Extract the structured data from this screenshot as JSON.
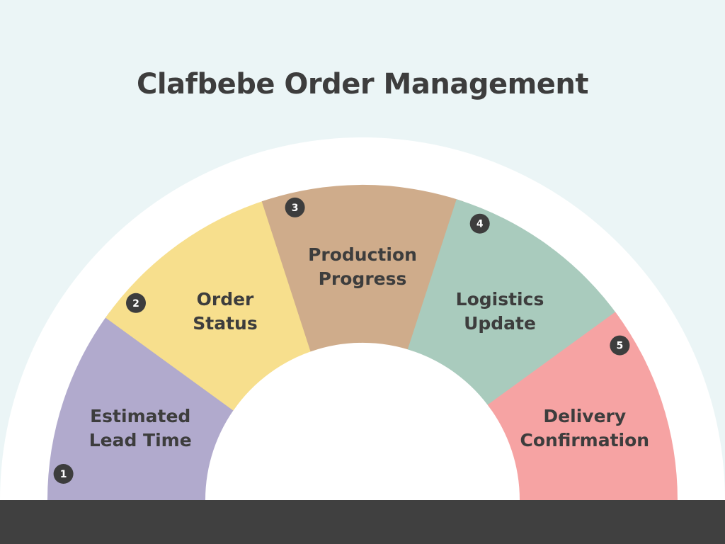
{
  "title": "Clafbebe Order Management",
  "colors": {
    "background": "#ebf5f6",
    "arc": "#ffffff",
    "text": "#3d3d3d",
    "badge": "#3d3d3d",
    "footer": "#404040"
  },
  "segments": [
    {
      "number": "1",
      "lines": [
        "Estimated",
        "Lead Time"
      ],
      "color": "#b1aacd"
    },
    {
      "number": "2",
      "lines": [
        "Order",
        "Status"
      ],
      "color": "#f7df8d"
    },
    {
      "number": "3",
      "lines": [
        "Production",
        "Progress"
      ],
      "color": "#cfac8b"
    },
    {
      "number": "4",
      "lines": [
        "Logistics",
        "Update"
      ],
      "color": "#a9cbbd"
    },
    {
      "number": "5",
      "lines": [
        "Delivery",
        "Confirmation"
      ],
      "color": "#f6a3a3"
    }
  ]
}
